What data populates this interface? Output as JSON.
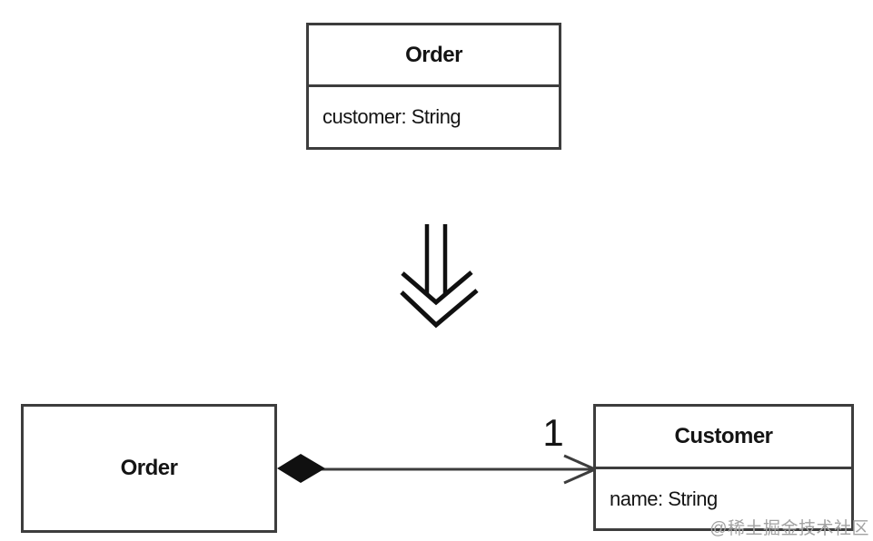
{
  "colors": {
    "background": "#ffffff",
    "border": "#3d3d3d",
    "text": "#141414",
    "arrow": "#101010",
    "watermark": "#a2a2a2"
  },
  "before_class": {
    "title": "Order",
    "attributes": [
      "customer: String"
    ]
  },
  "transform": {
    "icon": "double-down-arrow"
  },
  "after": {
    "order_class": {
      "title": "Order"
    },
    "customer_class": {
      "title": "Customer",
      "attributes": [
        "name: String"
      ]
    },
    "association": {
      "multiplicity": "1",
      "source_adornment": "composition-diamond",
      "target_adornment": "open-arrowhead"
    }
  },
  "watermark": {
    "text": "@稀土掘金技术社区"
  }
}
